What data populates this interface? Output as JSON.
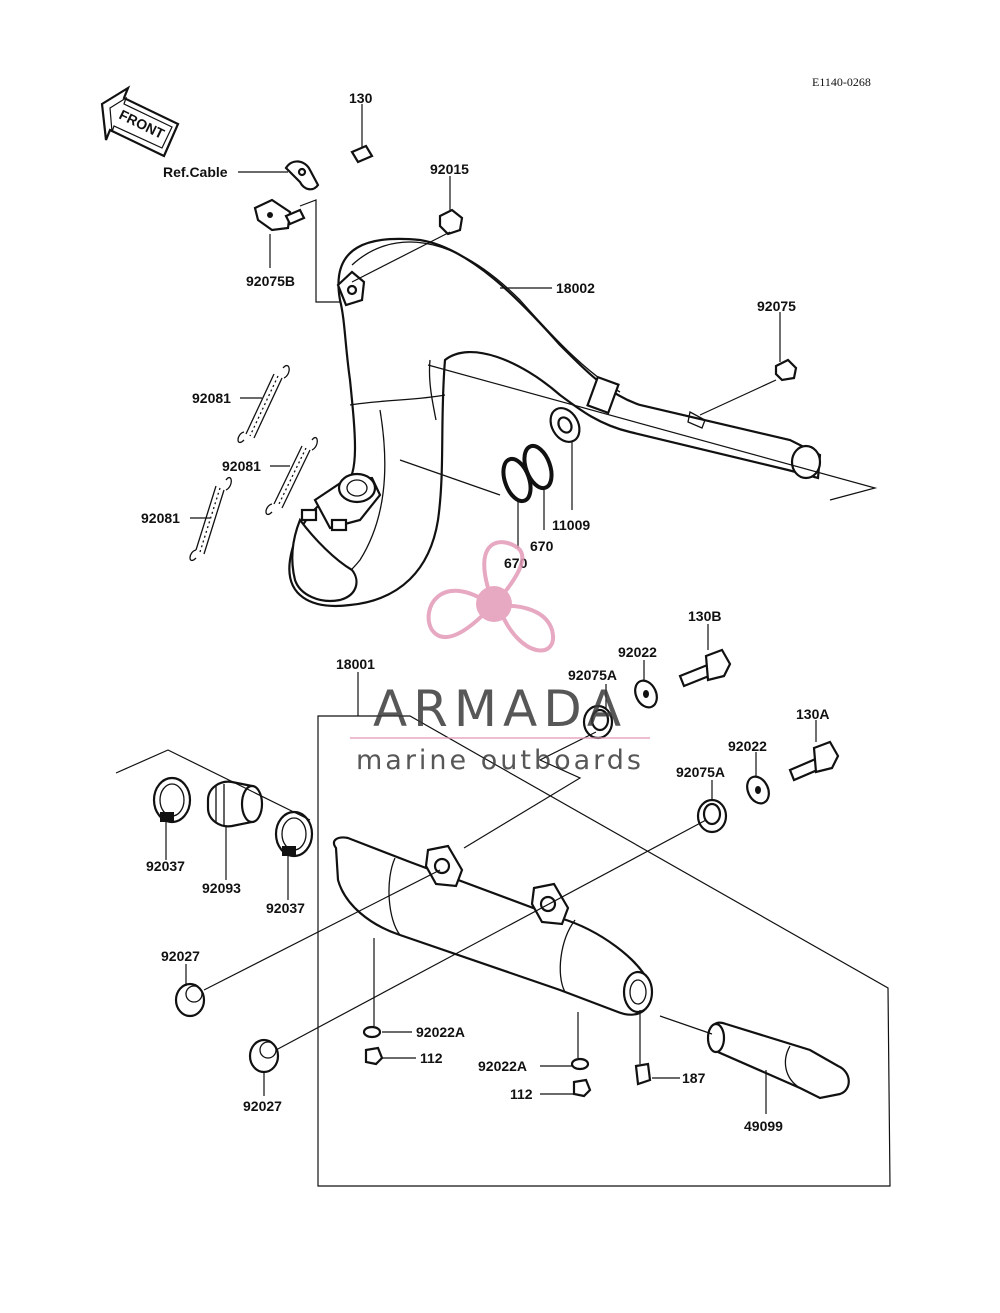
{
  "diagram_code": "E1140-0268",
  "front_badge": "FRONT",
  "labels": {
    "l130": "130",
    "ref_cable": "Ref.Cable",
    "l92015": "92015",
    "l92075B": "92075B",
    "l18002": "18002",
    "l92075": "92075",
    "l92081a": "92081",
    "l92081b": "92081",
    "l92081c": "92081",
    "l670a": "670",
    "l670b": "670",
    "l11009": "11009",
    "l130B": "130B",
    "l92022a": "92022",
    "l92075Aa": "92075A",
    "l18001": "18001",
    "l130A": "130A",
    "l92022b": "92022",
    "l92075Ab": "92075A",
    "l92037a": "92037",
    "l92093": "92093",
    "l92037b": "92037",
    "l92027a": "92027",
    "l92022Aa": "92022A",
    "l112a": "112",
    "l92022Ab": "92022A",
    "l112b": "112",
    "l187": "187",
    "l49099": "49099",
    "l92027b": "92027"
  },
  "watermark": {
    "brand": "ARMADA",
    "tagline": "marine outboards",
    "logo_color": "#e39ab8"
  }
}
